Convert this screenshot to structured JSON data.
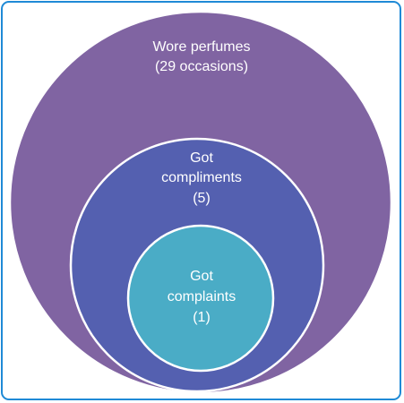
{
  "colors": {
    "frame_border": "#1f8ad6",
    "outer_fill": "#8064a2",
    "middle_fill": "#5460b0",
    "inner_fill": "#4aacc6",
    "circle_stroke": "#ffffff",
    "text": "#ffffff"
  },
  "diagram": {
    "outer": {
      "line1": "Wore perfumes",
      "line2": "(29 occasions)"
    },
    "middle": {
      "line1": "Got",
      "line2": "compliments",
      "line3": "(5)"
    },
    "inner": {
      "line1": "Got",
      "line2": "complaints",
      "line3": "(1)"
    }
  }
}
